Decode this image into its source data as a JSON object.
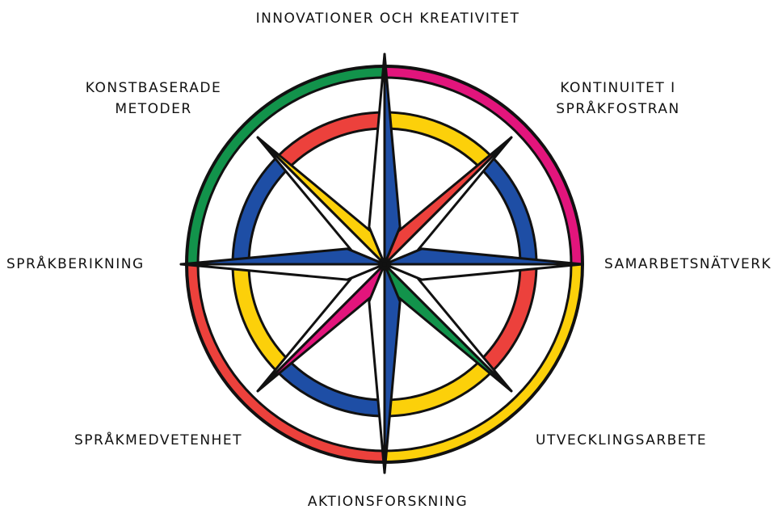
{
  "labels": {
    "north": "INNOVATIONER OCH KREATIVITET",
    "northeast": [
      "KONTINUITET I",
      "SPRÅKFOSTRAN"
    ],
    "east": "SAMARBETSNÄTVERK",
    "southeast": "UTVECKLINGSARBETE",
    "south": "AKTIONSFORSKNING",
    "southwest": "SPRÅKMEDVETENHET",
    "west": "SPRÅKBERIKNING",
    "northwest": [
      "KONSTBASERADE",
      "METODER"
    ]
  },
  "colors": {
    "green": "#12934b",
    "pink": "#e2157c",
    "yellow": "#fcd00a",
    "red": "#ec413c",
    "blue": "#1e4ea5",
    "outline": "#111111",
    "white": "#ffffff"
  }
}
